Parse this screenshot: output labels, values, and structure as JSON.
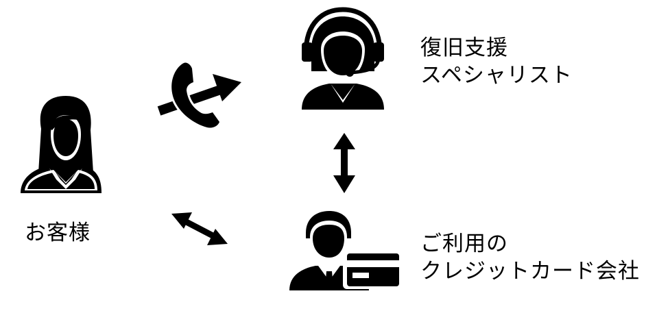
{
  "colors": {
    "ink": "#000000",
    "background": "#ffffff"
  },
  "nodes": {
    "customer": {
      "icon": "woman-silhouette-icon",
      "label": "お客様"
    },
    "specialist": {
      "icon": "headset-operator-icon",
      "label_line1": "復旧支援",
      "label_line2": "スペシャリスト"
    },
    "card_company": {
      "icon": "businessman-with-card-icon",
      "label_line1": "ご利用の",
      "label_line2": "クレジットカード会社"
    }
  },
  "edges": [
    {
      "from": "customer",
      "to": "specialist",
      "style": "one-way-arrow",
      "icon": "telephone-handset-icon"
    },
    {
      "from": "specialist",
      "to": "card_company",
      "style": "two-way-arrow"
    },
    {
      "from": "customer",
      "to": "card_company",
      "style": "two-way-arrow"
    }
  ]
}
